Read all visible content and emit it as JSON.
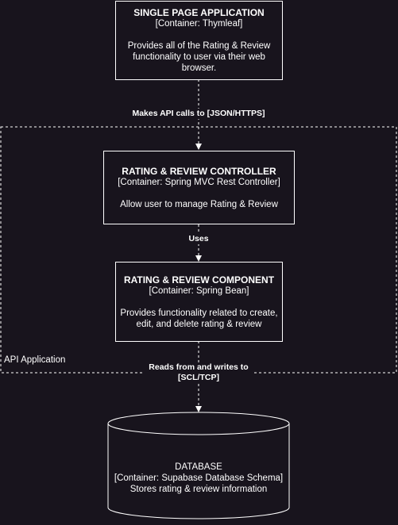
{
  "nodes": {
    "spa": {
      "title": "SINGLE PAGE APPLICATION",
      "subtitle": "[Container: Thymleaf]",
      "desc_line1": "Provides all of the Rating & Review",
      "desc_line2": "functionality to user via their web",
      "desc_line3": "browser."
    },
    "controller": {
      "title": "RATING & REVIEW CONTROLLER",
      "subtitle": "[Container: Spring MVC Rest Controller]",
      "desc_line1": "Allow user to manage Rating & Review"
    },
    "component": {
      "title": "RATING & REVIEW COMPONENT",
      "subtitle": "[Container: Spring Bean]",
      "desc_line1": "Provides functionality related to create,",
      "desc_line2": "edit, and delete rating & review"
    },
    "database": {
      "title": "DATABASE",
      "subtitle": "[Container: Supabase Database Schema]",
      "desc_line1": "Stores rating & review information"
    }
  },
  "boundary": {
    "label": "API Application"
  },
  "edges": {
    "spa_to_controller": "Makes API calls to [JSON/HTTPS]",
    "controller_to_component": "Uses",
    "component_to_db_line1": "Reads from and writes to",
    "component_to_db_line2": "[SCL/TCP]"
  },
  "colors": {
    "background": "#18141d",
    "stroke": "#ffffff"
  }
}
